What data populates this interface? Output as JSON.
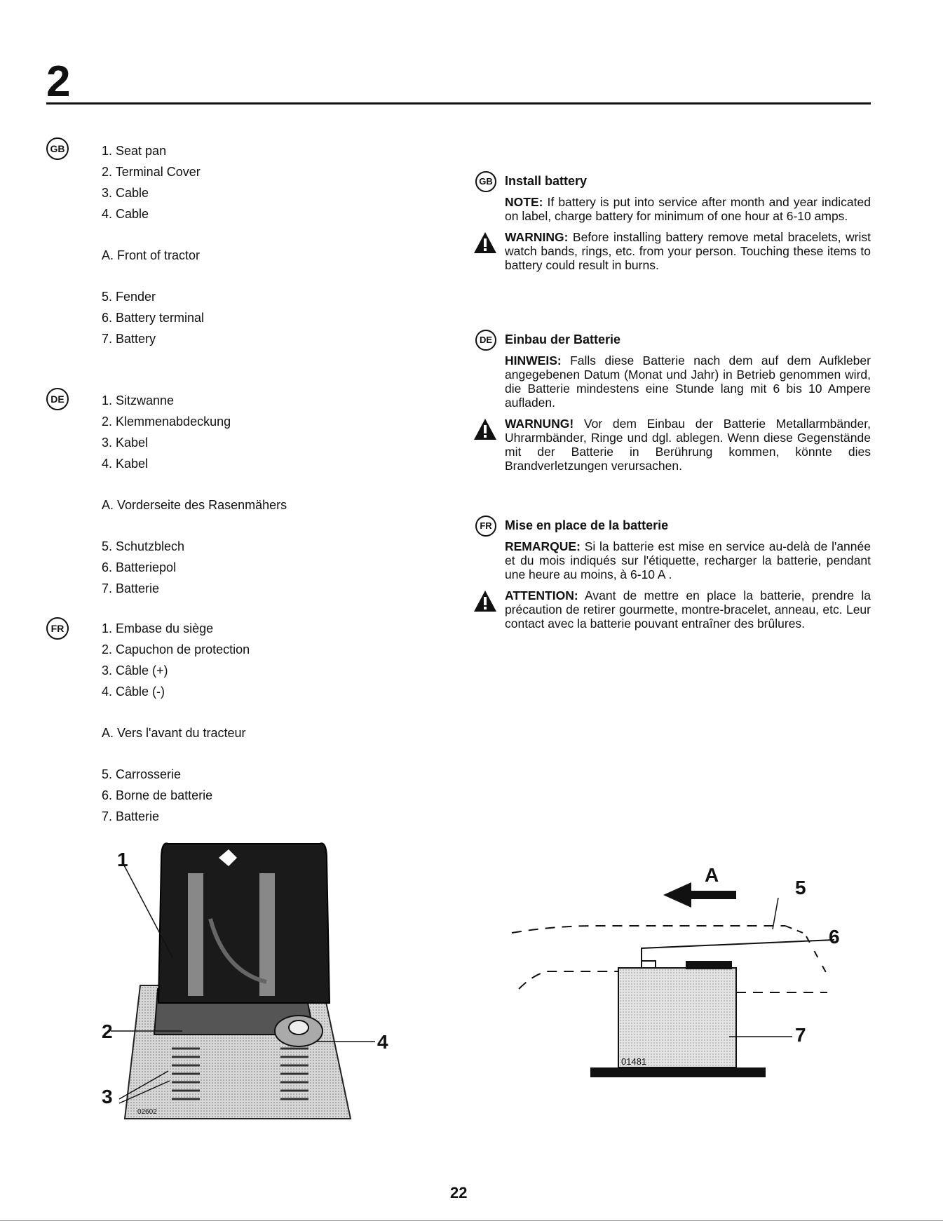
{
  "page": {
    "section_number": "2",
    "page_number": "22"
  },
  "legends": {
    "gb": {
      "badge": "GB",
      "items": [
        "1. Seat pan",
        "2. Terminal Cover",
        "3. Cable",
        "4. Cable"
      ],
      "item_a": "A. Front of tractor",
      "items2": [
        "5. Fender",
        "6. Battery terminal",
        "7. Battery"
      ]
    },
    "de": {
      "badge": "DE",
      "items": [
        "1. Sitzwanne",
        "2. Klemmenabdeckung",
        "3. Kabel",
        "4. Kabel"
      ],
      "item_a": "A. Vorderseite des Rasenmähers",
      "items2": [
        "5. Schutzblech",
        "6. Batteriepol",
        "7. Batterie"
      ]
    },
    "fr": {
      "badge": "FR",
      "items": [
        "1. Embase du siège",
        "2. Capuchon de protection",
        "3. Câble (+)",
        "4. Câble (-)"
      ],
      "item_a": "A. Vers l'avant du tracteur",
      "items2": [
        "5. Carrosserie",
        "6. Borne de batterie",
        "7. Batterie"
      ]
    }
  },
  "instructions": {
    "gb": {
      "badge": "GB",
      "title": "Install battery",
      "note_label": "NOTE:",
      "note_text": "If battery is put into service after month and year indicated on label, charge battery for minimum of one hour at 6-10 amps.",
      "warning_label": "WARNING:",
      "warning_text": "Before installing battery remove metal bracelets, wrist watch bands, rings, etc. from your person. Touching these items to battery could result in burns."
    },
    "de": {
      "badge": "DE",
      "title": "Einbau der Batterie",
      "note_label": "HINWEIS:",
      "note_text": "Falls diese Batterie nach dem auf dem Aufkleber angegebenen Datum (Monat und Jahr) in Betrieb genommen wird, die Batterie mindestens eine Stunde lang mit 6 bis 10 Ampere aufladen.",
      "warning_label": "WARNUNG!",
      "warning_text": "Vor dem Einbau der Batterie Metallarmbänder, Uhrarmbänder, Ringe und dgl. ablegen. Wenn diese Gegenstände mit der Batterie in Berührung kommen, könnte dies Brandverletzungen verursachen."
    },
    "fr": {
      "badge": "FR",
      "title": "Mise en place de la batterie",
      "note_label": "REMARQUE:",
      "note_text": "Si la batterie est mise en service au-delà de l'année et du mois indiqués sur l'étiquette, recharger la batterie, pendant une heure au moins, à 6-10 A .",
      "warning_label": "ATTENTION:",
      "warning_text": "Avant de mettre en place la batterie, prendre la précaution de retirer gourmette, montre-bracelet, anneau, etc. Leur contact avec la batterie pouvant entraîner des brûlures."
    }
  },
  "figure_left": {
    "callouts": [
      "1",
      "2",
      "3",
      "4"
    ],
    "code": "02602"
  },
  "figure_right": {
    "callouts": [
      "A",
      "5",
      "6",
      "7"
    ],
    "code": "01481"
  }
}
